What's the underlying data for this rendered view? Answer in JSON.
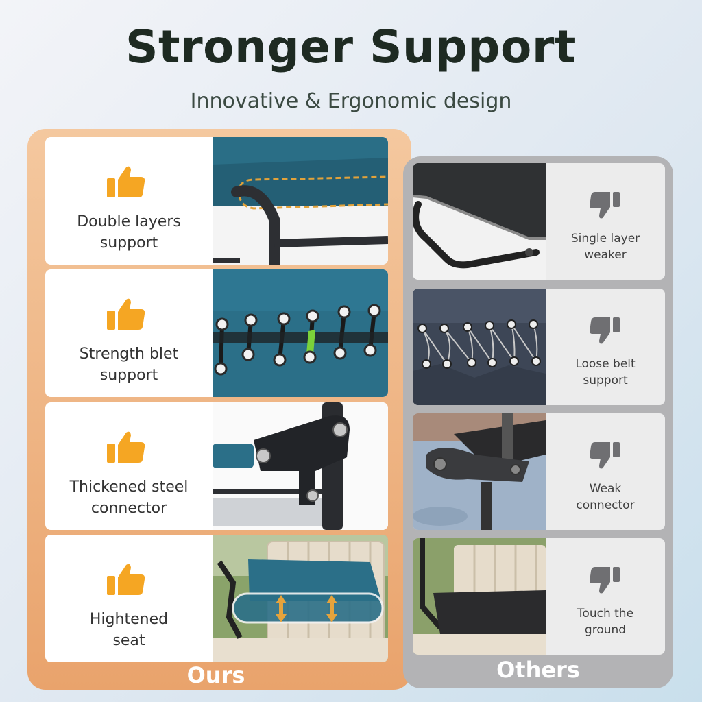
{
  "header": {
    "title": "Stronger Support",
    "subtitle": "Innovative & Ergonomic design"
  },
  "ours": {
    "label": "Ours",
    "items": [
      {
        "caption_line1": "Double layers",
        "caption_line2": "support",
        "icon": "thumbs-up-icon"
      },
      {
        "caption_line1": "Strength blet",
        "caption_line2": "support",
        "icon": "thumbs-up-icon"
      },
      {
        "caption_line1": "Thickened steel",
        "caption_line2": "connector",
        "icon": "thumbs-up-icon"
      },
      {
        "caption_line1": "Hightened",
        "caption_line2": "seat",
        "icon": "thumbs-up-icon"
      }
    ]
  },
  "others": {
    "label": "Others",
    "items": [
      {
        "caption_line1": "Single layer",
        "caption_line2": "weaker",
        "icon": "thumbs-down-icon"
      },
      {
        "caption_line1": "Loose belt",
        "caption_line2": "support",
        "icon": "thumbs-down-icon"
      },
      {
        "caption_line1": "Weak",
        "caption_line2": "connector",
        "icon": "thumbs-down-icon"
      },
      {
        "caption_line1": "Touch the",
        "caption_line2": "ground",
        "icon": "thumbs-down-icon"
      }
    ]
  },
  "colors": {
    "ours_accent": "#f5a623",
    "others_accent": "#6f6f72",
    "fabric_teal": "#2a6e86",
    "title_dark": "#1e2a22"
  }
}
